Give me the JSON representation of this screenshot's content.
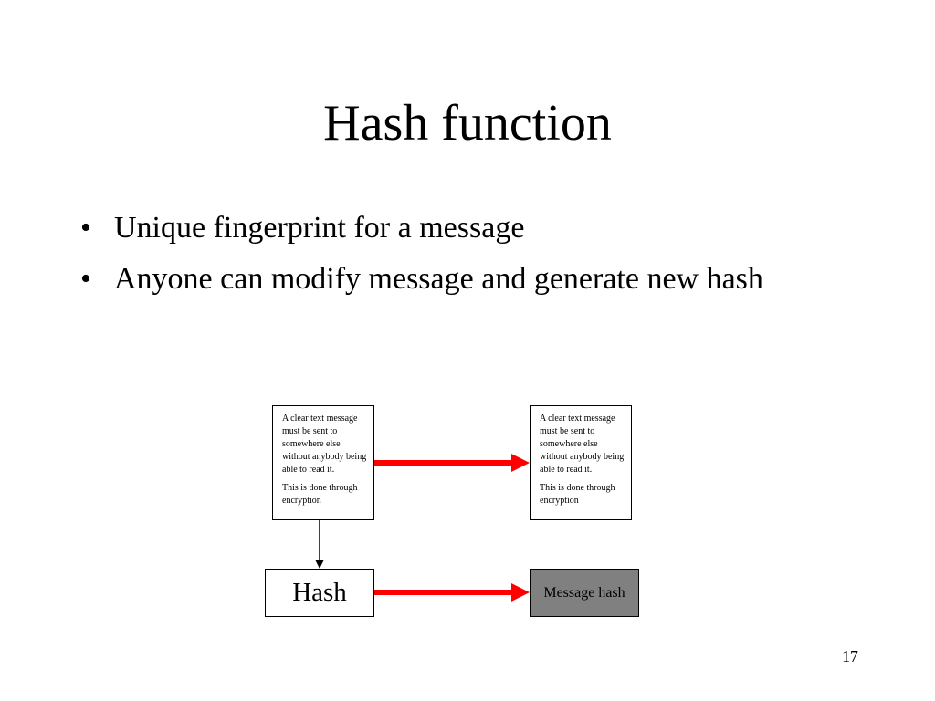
{
  "slide": {
    "title": "Hash function",
    "bullets": [
      {
        "marker": "•",
        "text": "Unique fingerprint for a message"
      },
      {
        "marker": "•",
        "text": "Anyone can modify message and generate new hash"
      }
    ],
    "page_number": "17"
  },
  "diagram": {
    "source_message": {
      "paragraph_1": "A clear text message must be sent to somewhere else without anybody being able to read it.",
      "paragraph_2": "This is done through encryption"
    },
    "target_message": {
      "paragraph_1": "A clear text message must be sent to somewhere else without anybody being able to read it.",
      "paragraph_2": "This is done through encryption"
    },
    "hash_label": "Hash",
    "message_hash_label": "Message hash",
    "colors": {
      "arrow_red": "#ff0000",
      "connector_black": "#000000",
      "message_hash_fill": "#808080"
    }
  }
}
